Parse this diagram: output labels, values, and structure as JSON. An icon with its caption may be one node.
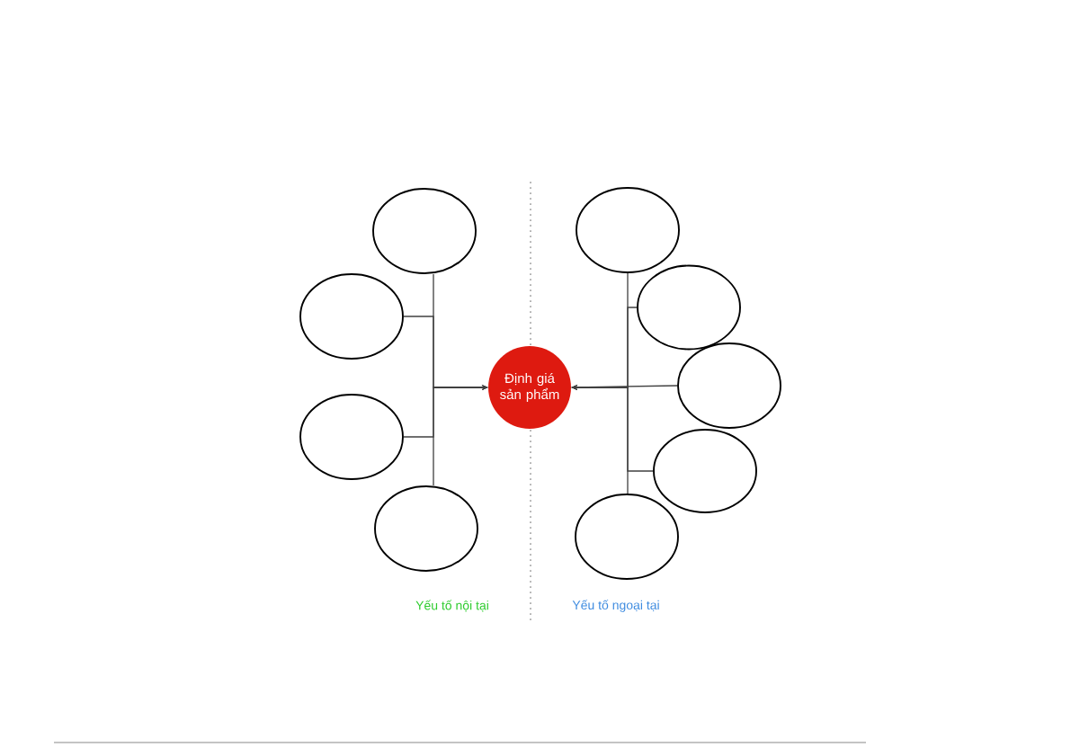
{
  "diagram": {
    "nodes": [
      {
        "text": [],
        "shape": "ellipse"
      },
      {
        "text": [],
        "shape": "ellipse"
      },
      {
        "text": [],
        "shape": "ellipse"
      },
      {
        "text": [],
        "shape": "ellipse"
      },
      {
        "text": [
          "Định giá sản phẩm"
        ]
      },
      {
        "text": [],
        "shape": "ellipse"
      },
      {
        "text": [],
        "shape": "ellipse"
      },
      {
        "text": [],
        "shape": "ellipse"
      },
      {
        "text": [],
        "shape": "ellipse"
      },
      {
        "text": [],
        "shape": "ellipse"
      }
    ],
    "edges": [
      {
        "from": 0,
        "to": 4,
        "arrow": "to"
      },
      {
        "from": 1,
        "to": 4,
        "arrow": "to"
      },
      {
        "from": 2,
        "to": 4,
        "arrow": "to"
      },
      {
        "from": 3,
        "to": 4,
        "arrow": "to"
      },
      {
        "from": 5,
        "to": 4,
        "arrow": "to"
      },
      {
        "from": 6,
        "to": 4,
        "arrow": "to"
      },
      {
        "from": 7,
        "to": 4,
        "arrow": "to"
      },
      {
        "from": 8,
        "to": 4,
        "arrow": "to"
      },
      {
        "from": 9,
        "to": 4,
        "arrow": "to"
      }
    ],
    "labels": [
      "Yếu tố nội tại",
      "Yếu tố ngoại tại"
    ]
  }
}
